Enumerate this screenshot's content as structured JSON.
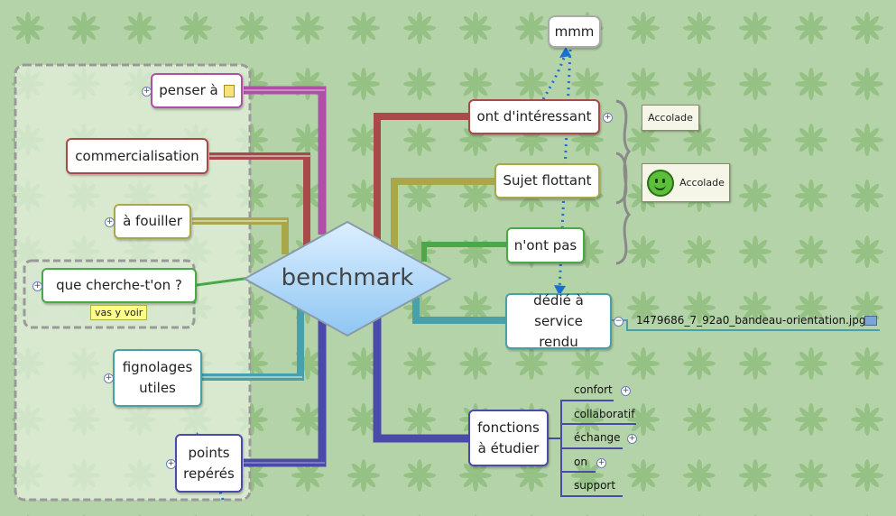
{
  "central": {
    "label": "benchmark"
  },
  "left_branches": [
    {
      "label": "penser à",
      "color": "#b04fa8"
    },
    {
      "label": "commercialisation",
      "color": "#a84a4a"
    },
    {
      "label": "à fouiller",
      "color": "#a8a84a"
    },
    {
      "label": "que cherche-t'on ?",
      "color": "#4aa84a",
      "tag": "vas y voir"
    },
    {
      "label": "fignolages utiles",
      "color": "#4aa0a8"
    },
    {
      "label": "points repérés",
      "color": "#4a4aa8"
    }
  ],
  "right_branches": [
    {
      "label": "ont d'intéressant",
      "color": "#a84a4a"
    },
    {
      "label": "Sujet flottant",
      "color": "#a8a84a"
    },
    {
      "label": "n'ont pas",
      "color": "#4aa84a"
    },
    {
      "label": "dédié à service rendu",
      "color": "#4aa0a8",
      "attachment": "1479686_7_92a0_bandeau-orientation.jpg"
    },
    {
      "label": "fonctions à étudier",
      "color": "#4a4aa8"
    }
  ],
  "floating": {
    "label": "mmm"
  },
  "accolades": [
    {
      "label": "Accolade"
    },
    {
      "label": "Accolade",
      "icon": "smiley-icon"
    }
  ],
  "fonctions_subtopics": [
    "confort",
    "collaboratif",
    "échange",
    "on",
    "support"
  ]
}
